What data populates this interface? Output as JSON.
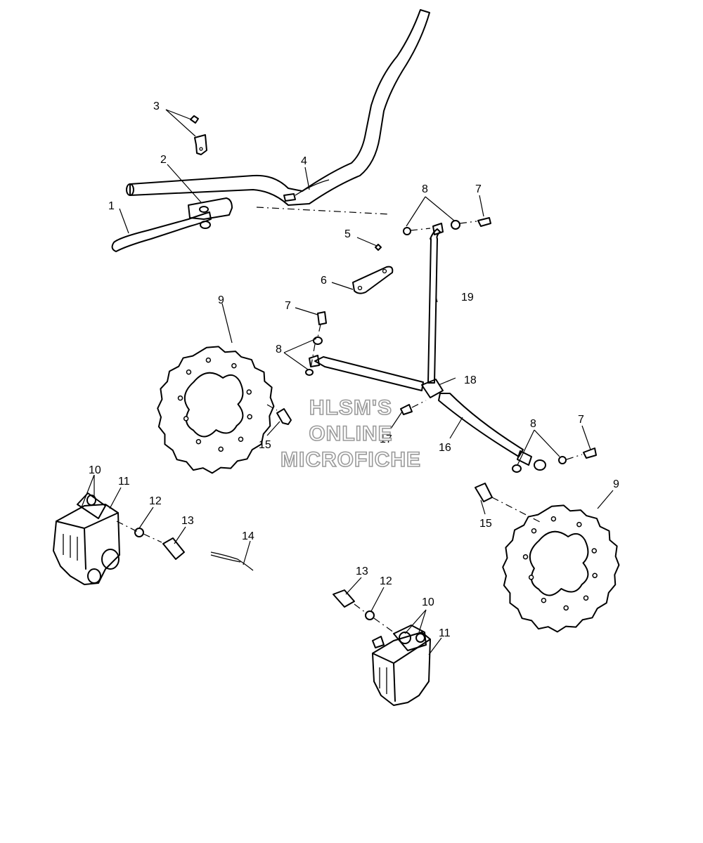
{
  "watermark": [
    "HLSM'S",
    "ONLINE",
    "MICROFICHE"
  ],
  "callouts": [
    "1",
    "2",
    "3",
    "4",
    "5",
    "6",
    "7",
    "8",
    "9",
    "10",
    "11",
    "12",
    "13",
    "14",
    "15",
    "16",
    "17",
    "18",
    "19"
  ]
}
